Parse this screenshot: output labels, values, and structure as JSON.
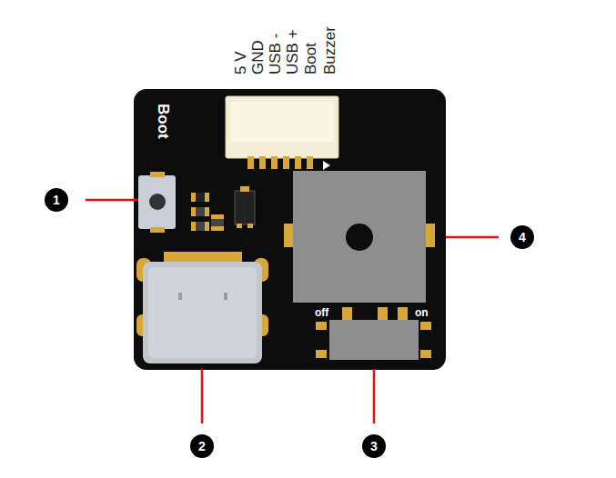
{
  "diagram": {
    "labels": [
      "5 V",
      "GND",
      "USB -",
      "USB +",
      "Boot",
      "Buzzer",
      "Boot",
      "1",
      "2",
      "3",
      "4",
      "off",
      "on"
    ]
  }
}
